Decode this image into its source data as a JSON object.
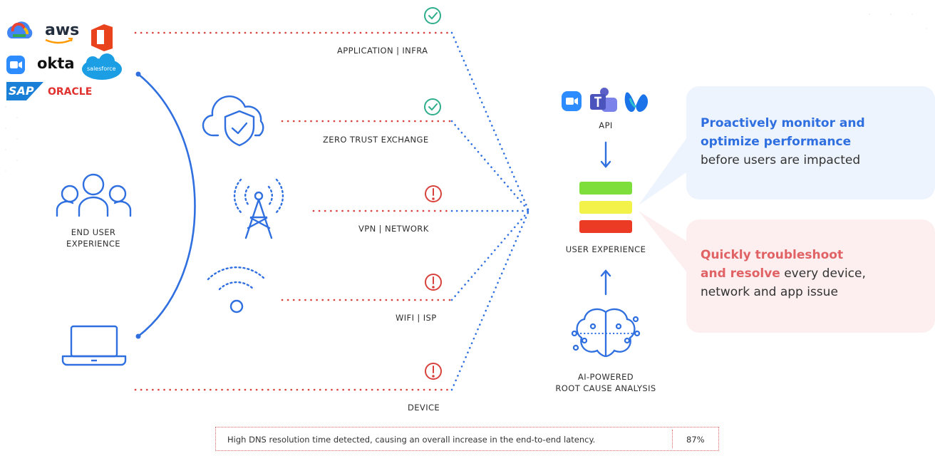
{
  "logos": {
    "aws": "aws",
    "okta": "okta",
    "salesforce": "salesforce",
    "sap": "SAP",
    "oracle": "ORACLE"
  },
  "labels": {
    "end_user_line1": "END USER",
    "end_user_line2": "EXPERIENCE",
    "application": "APPLICATION | INFRA",
    "zero_trust": "ZERO TRUST EXCHANGE",
    "vpn": "VPN | NETWORK",
    "wifi": "WIFI | ISP",
    "device": "DEVICE",
    "api": "API",
    "user_experience": "USER EXPERIENCE",
    "ai_line1": "AI-POWERED",
    "ai_line2": "ROOT CAUSE ANALYSIS"
  },
  "cards": {
    "monitor": {
      "highlight_line1": "Proactively monitor and",
      "highlight_line2": "optimize performance",
      "rest": "before users are impacted"
    },
    "troubleshoot": {
      "highlight_line1": "Quickly troubleshoot",
      "highlight_line2": "and resolve",
      "rest_line2": " every device,",
      "rest_line3": "network and app issue"
    }
  },
  "status_bar": {
    "message": "High DNS resolution time detected, causing an overall increase in the end-to-end latency.",
    "percent": "87%"
  },
  "statuses": [
    {
      "layer": "application",
      "state": "ok",
      "icon": "check-circle-icon"
    },
    {
      "layer": "zero_trust",
      "state": "ok",
      "icon": "check-circle-icon"
    },
    {
      "layer": "vpn",
      "state": "alert",
      "icon": "exclamation-circle-icon"
    },
    {
      "layer": "wifi",
      "state": "alert",
      "icon": "exclamation-circle-icon"
    },
    {
      "layer": "device",
      "state": "alert",
      "icon": "exclamation-circle-icon"
    }
  ],
  "colors": {
    "primary_blue": "#2f6fe0",
    "alert_red": "#d9423c",
    "ok_green": "#2fae8b",
    "bar_green": "#7dde3c",
    "bar_yellow": "#f3f24a",
    "bar_red": "#ec3b24"
  }
}
